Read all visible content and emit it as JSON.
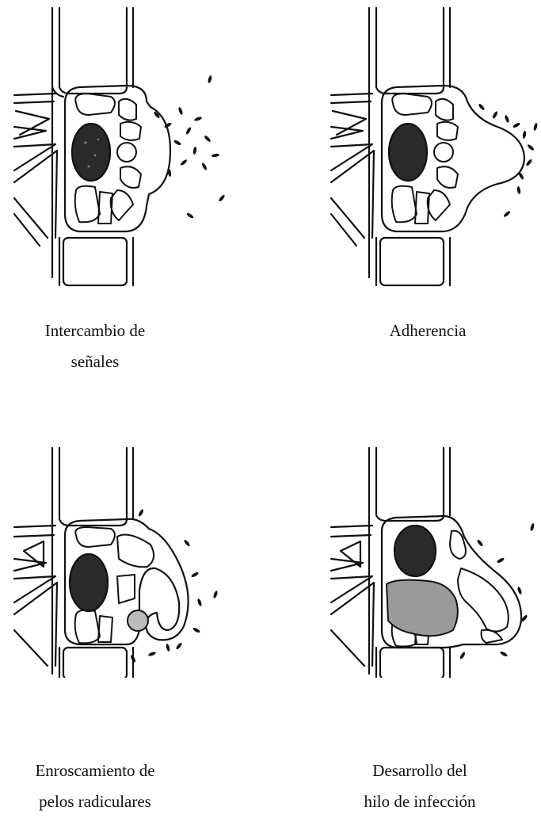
{
  "panels": [
    {
      "caption_line1": "Intercambio de",
      "caption_line2": "señales"
    },
    {
      "caption_line1": "Adherencia",
      "caption_line2": ""
    },
    {
      "caption_line1": "Enroscamiento de",
      "caption_line2": "pelos radiculares"
    },
    {
      "caption_line1": "Desarrollo del",
      "caption_line2": "hilo de infección"
    }
  ],
  "colors": {
    "ink": "#111111",
    "nucleus": "#2a2a2a",
    "thread": "#9a9a9a"
  }
}
